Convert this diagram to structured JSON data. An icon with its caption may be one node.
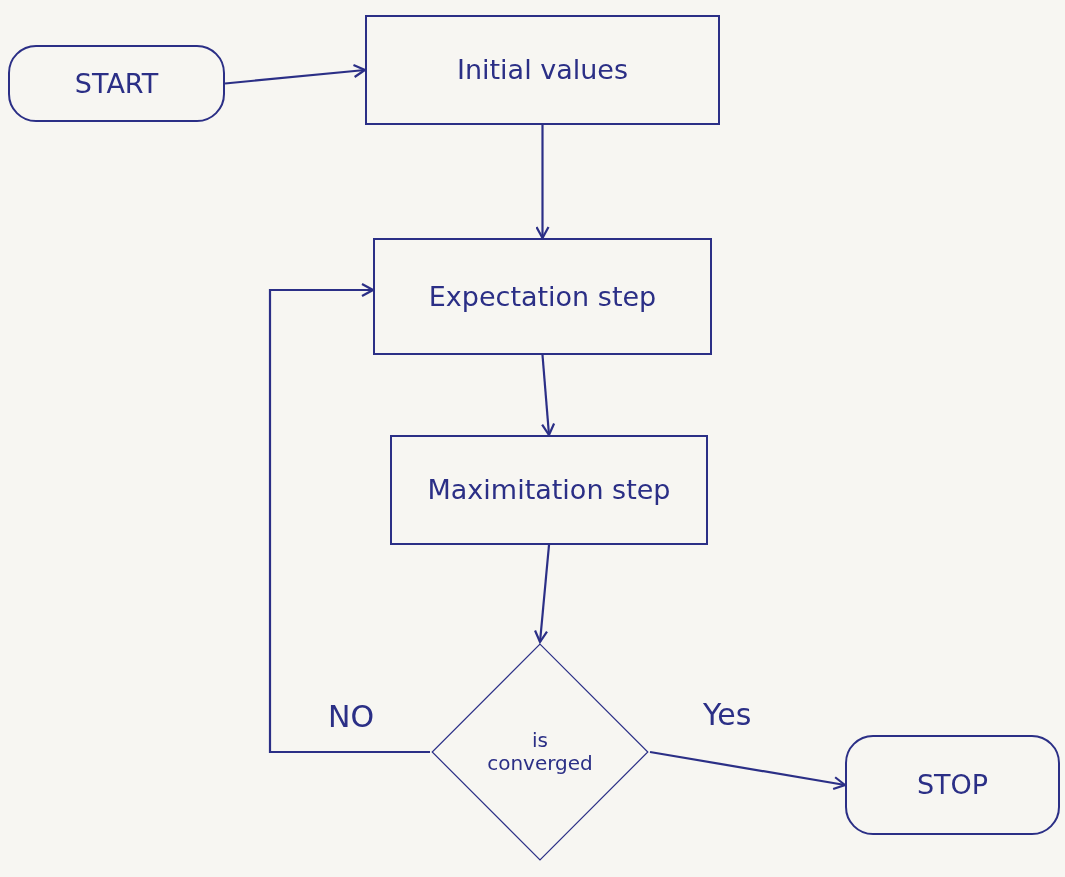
{
  "diagram": {
    "nodes": [
      {
        "text": [
          "START"
        ]
      },
      {
        "text": [
          "Initial values"
        ]
      },
      {
        "text": [
          "Expectation step"
        ]
      },
      {
        "text": [
          "Maximitation step"
        ]
      },
      {
        "text": [
          "is converged"
        ]
      },
      {
        "text": [
          "STOP"
        ]
      }
    ],
    "edges": [
      {
        "from": 0,
        "to": 1,
        "arrow": "to"
      },
      {
        "from": 1,
        "to": 2,
        "arrow": "to"
      },
      {
        "from": 2,
        "to": 3,
        "arrow": "to"
      },
      {
        "from": 3,
        "to": 4,
        "arrow": "to"
      },
      {
        "from": 4,
        "to": 2,
        "arrow": "to",
        "label": "NO"
      },
      {
        "from": 4,
        "to": 5,
        "arrow": "to",
        "label": "Yes"
      }
    ]
  }
}
